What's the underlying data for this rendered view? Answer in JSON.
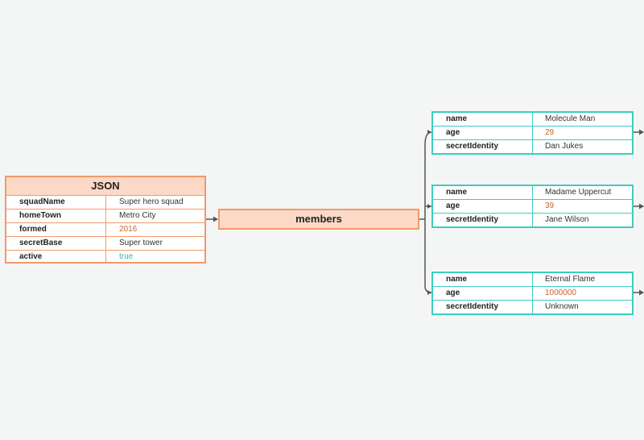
{
  "colors": {
    "background": "#f3f6f4",
    "root_border": "#f1996a",
    "root_fill": "#fcd9c7",
    "member_border": "#3ccdc0",
    "number_value": "#c8642a",
    "boolean_value": "#28b8a8",
    "connector": "#555555"
  },
  "root": {
    "title": "JSON",
    "fields": [
      {
        "key": "squadName",
        "value": "Super hero squad",
        "type": "string"
      },
      {
        "key": "homeTown",
        "value": "Metro City",
        "type": "string"
      },
      {
        "key": "formed",
        "value": "2016",
        "type": "number"
      },
      {
        "key": "secretBase",
        "value": "Super tower",
        "type": "string"
      },
      {
        "key": "active",
        "value": "true",
        "type": "boolean"
      }
    ]
  },
  "members_node": {
    "label": "members"
  },
  "members": [
    {
      "fields": [
        {
          "key": "name",
          "value": "Molecule Man",
          "type": "string"
        },
        {
          "key": "age",
          "value": "29",
          "type": "number"
        },
        {
          "key": "secretIdentity",
          "value": "Dan Jukes",
          "type": "string"
        }
      ]
    },
    {
      "fields": [
        {
          "key": "name",
          "value": "Madame Uppercut",
          "type": "string"
        },
        {
          "key": "age",
          "value": "39",
          "type": "number"
        },
        {
          "key": "secretIdentity",
          "value": "Jane Wilson",
          "type": "string"
        }
      ]
    },
    {
      "fields": [
        {
          "key": "name",
          "value": "Eternal Flame",
          "type": "string"
        },
        {
          "key": "age",
          "value": "1000000",
          "type": "number"
        },
        {
          "key": "secretIdentity",
          "value": "Unknown",
          "type": "string"
        }
      ]
    }
  ]
}
